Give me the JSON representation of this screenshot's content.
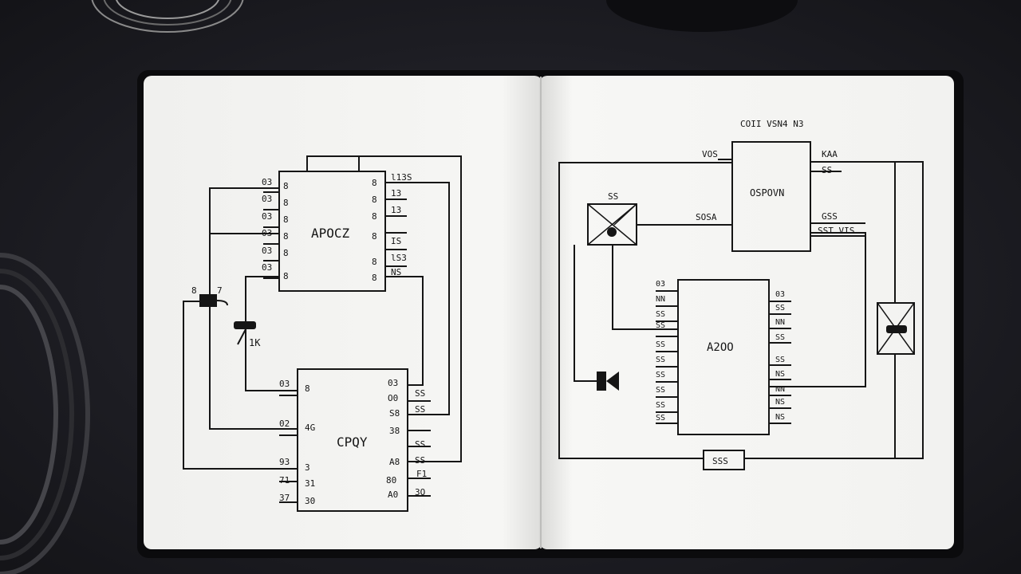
{
  "colors": {
    "desk": "#1c1c22",
    "paper": "#f4f4f2",
    "ink": "#151515",
    "cover": "#0b0b0d"
  },
  "left_page": {
    "chip_top": {
      "label": "APOCZ",
      "left_pins": [
        "03",
        "03",
        "03",
        "03",
        "03",
        "03"
      ],
      "left_pin_nums": [
        "8",
        "8",
        "8",
        "8",
        "8",
        "8"
      ],
      "right_pins": [
        "l13S",
        "13",
        "13",
        "IS",
        "lS3",
        "NS"
      ],
      "right_pin_nums": [
        "8",
        "8",
        "8",
        "8",
        "8",
        "8"
      ]
    },
    "chip_bottom": {
      "label": "CPQY",
      "left_pins": [
        "03",
        "02",
        "93",
        "71",
        "37"
      ],
      "left_pin_nums": [
        "8",
        "4G",
        "3",
        "31",
        "30"
      ],
      "right_pins": [
        "SS",
        "SS",
        "SS",
        "SS",
        "F1",
        "3O"
      ],
      "right_pin_nums": [
        "03",
        "O0",
        "S8",
        "38",
        "A8",
        "80",
        "A0"
      ]
    },
    "resistor_label": "1K",
    "connector_labels": [
      "8",
      "7"
    ]
  },
  "right_page": {
    "chip_top": {
      "label": "OSPOVN",
      "header": "COII VSN4 N3",
      "left_label": "VOS",
      "mid_label": "SOSA",
      "right_pins": [
        "KAA",
        "SS",
        "GSS",
        "SST VIS"
      ]
    },
    "chip_bottom": {
      "label": "A2OO",
      "left_pins": [
        "03",
        "NN",
        "SS",
        "SS",
        "SS",
        "SS",
        "SS",
        "SS",
        "SS",
        "SS"
      ],
      "right_pins": [
        "03",
        "SS",
        "NN",
        "SS",
        "SS",
        "NS",
        "NN",
        "NS",
        "NS"
      ]
    },
    "diode_box_label": "SS",
    "bottom_box": "SSS"
  }
}
